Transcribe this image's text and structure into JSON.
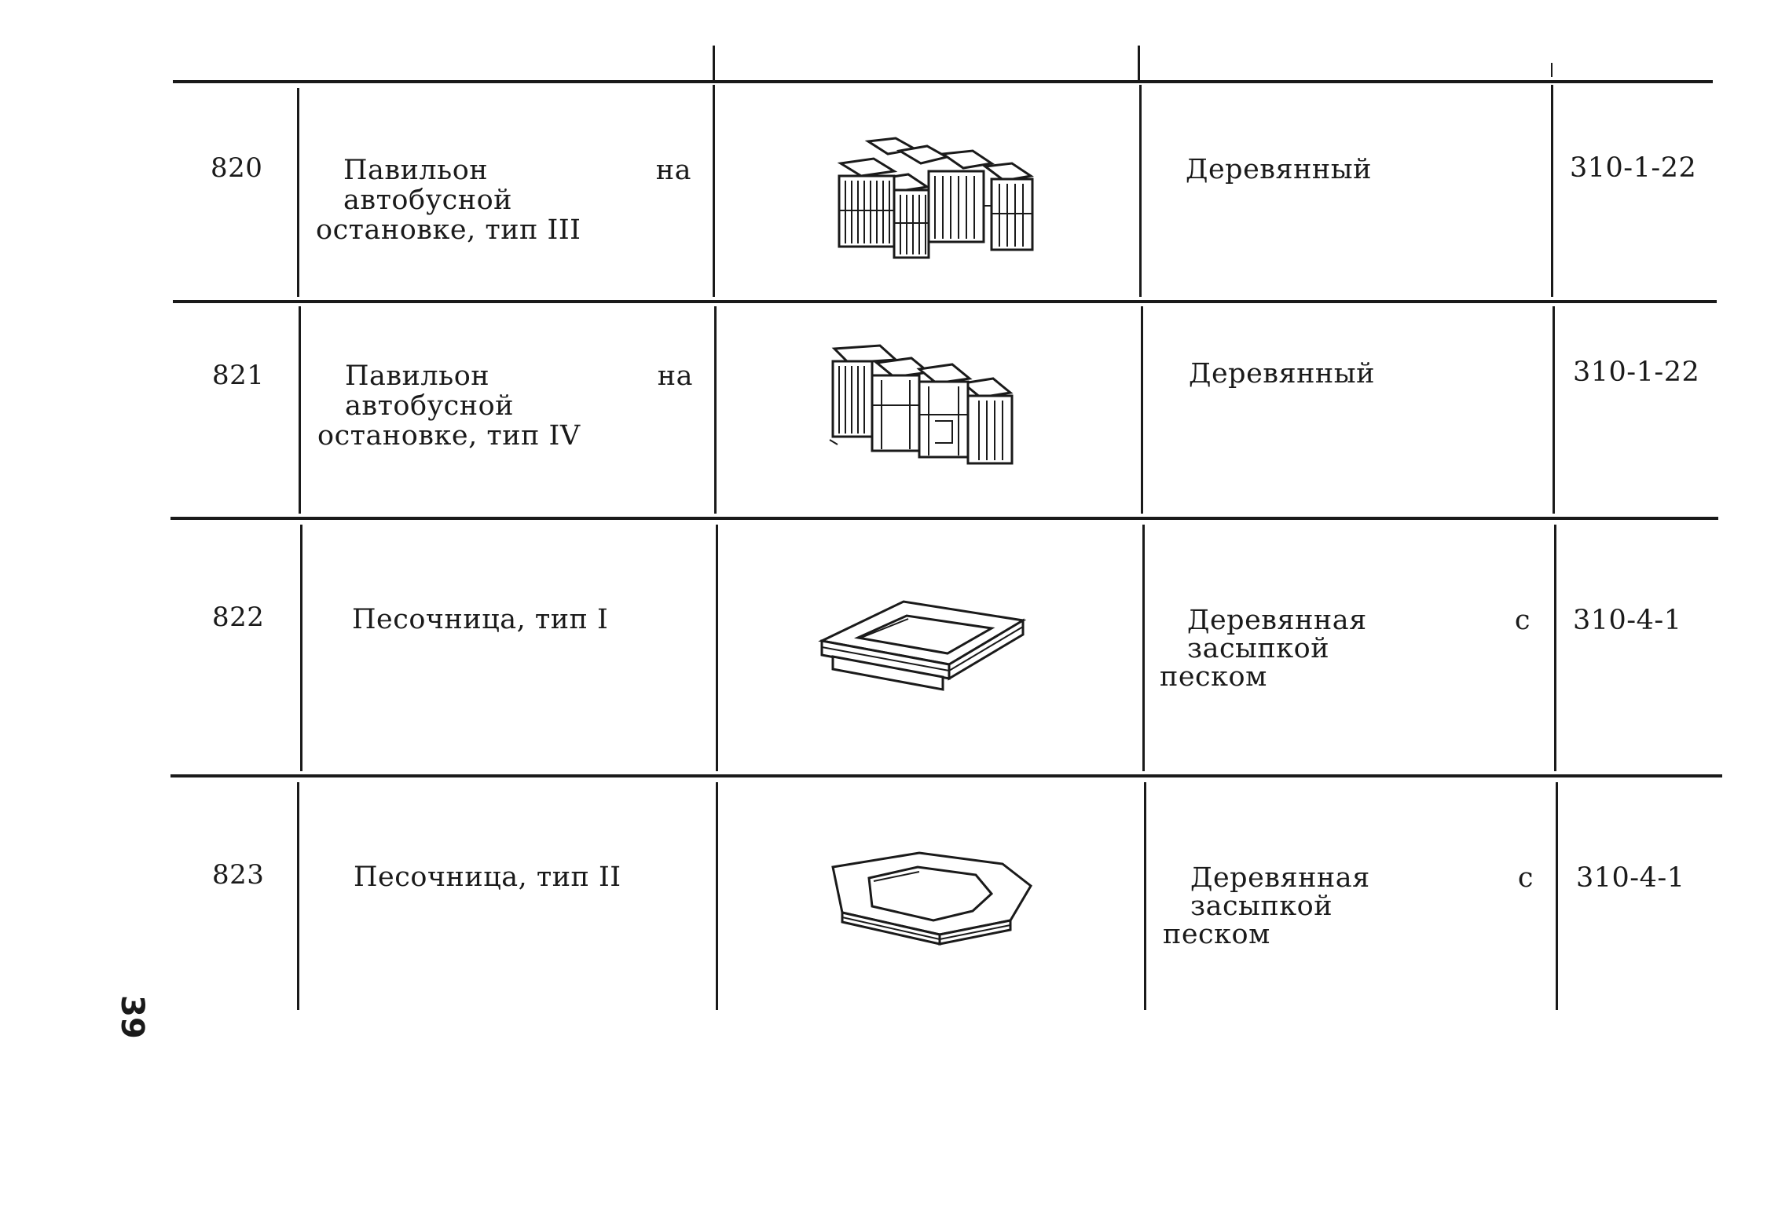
{
  "page_number": "39",
  "rows": [
    {
      "number": "820",
      "name_line1": "Павильон на автобусной",
      "name_line2": "остановке, тип III",
      "drawing_icon": "bus-shelter-type-3-drawing",
      "material": "Деревянный",
      "material_line2": "",
      "code": "310-1-22"
    },
    {
      "number": "821",
      "name_line1": "Павильон на автобусной",
      "name_line2": "остановке, тип IV",
      "drawing_icon": "bus-shelter-type-4-drawing",
      "material": "Деревянный",
      "material_line2": "",
      "code": "310-1-22"
    },
    {
      "number": "822",
      "name_line1": "Песочница, тип I",
      "name_line2": "",
      "drawing_icon": "rectangular-sandbox-drawing",
      "material": "Деревянная с засыпкой",
      "material_line2": "песком",
      "code": "310-4-1"
    },
    {
      "number": "823",
      "name_line1": "Песочница, тип II",
      "name_line2": "",
      "drawing_icon": "hexagonal-sandbox-drawing",
      "material": "Деревянная с засыпкой",
      "material_line2": "песком",
      "code": "310-4-1"
    }
  ]
}
